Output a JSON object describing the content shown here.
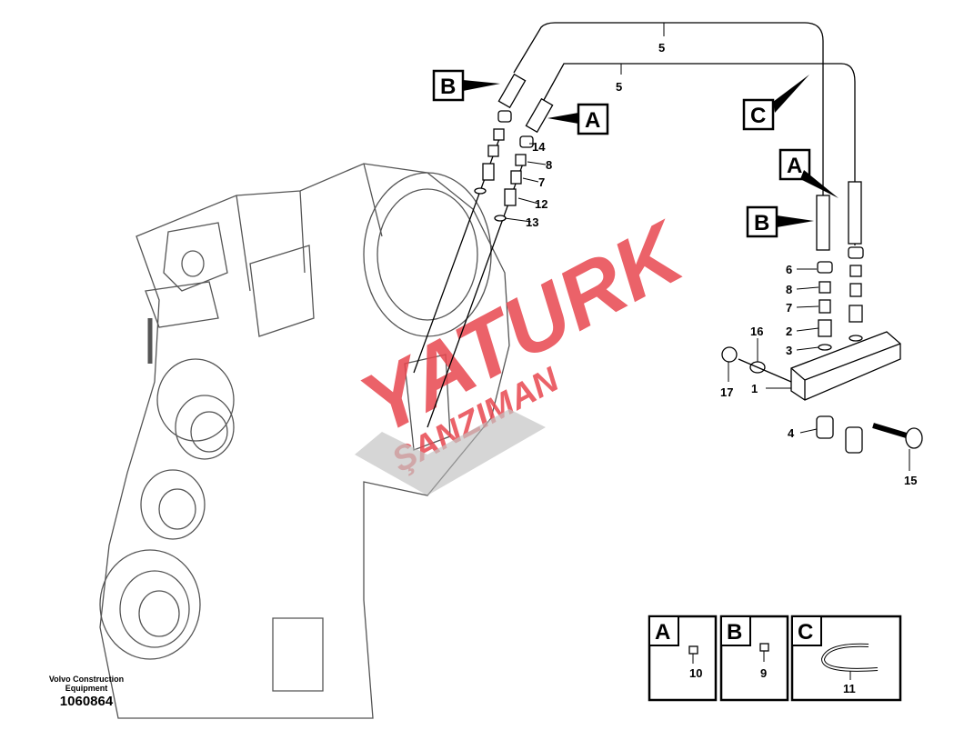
{
  "diagram": {
    "credit": "Volvo Construction Equipment",
    "document_number": "1060864",
    "watermark": {
      "line1": "YATURK",
      "line2": "ŞANZIMAN",
      "color": "#e8474f"
    },
    "ref_letters": {
      "a": "A",
      "b": "B",
      "c": "C"
    },
    "callouts": {
      "hose_outer": "5",
      "hose_inner": "5",
      "left_14": "14",
      "left_8": "8",
      "left_7": "7",
      "left_12": "12",
      "left_13": "13",
      "right_6": "6",
      "right_8": "8",
      "right_7": "7",
      "right_2": "2",
      "right_3": "3",
      "right_16": "16",
      "right_17": "17",
      "right_1": "1",
      "right_4": "4",
      "right_15": "15"
    },
    "legend": [
      {
        "letter": "A",
        "part": "10"
      },
      {
        "letter": "B",
        "part": "9"
      },
      {
        "letter": "C",
        "part": "11"
      }
    ]
  }
}
